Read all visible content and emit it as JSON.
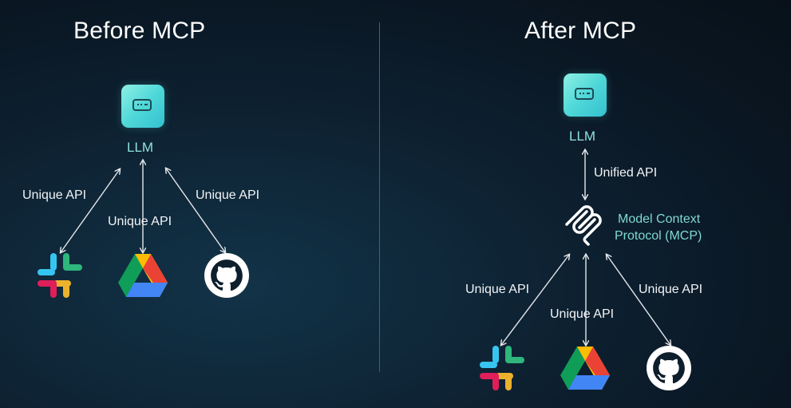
{
  "before": {
    "title": "Before MCP",
    "llm_label": "LLM",
    "api_left": "Unique API",
    "api_middle": "Unique API",
    "api_right": "Unique API"
  },
  "after": {
    "title": "After MCP",
    "llm_label": "LLM",
    "unified_api": "Unified API",
    "mcp_line1": "Model Context",
    "mcp_line2": "Protocol (MCP)",
    "api_left": "Unique API",
    "api_middle": "Unique API",
    "api_right": "Unique API"
  },
  "icons": [
    "server-icon",
    "slack-icon",
    "google-drive-icon",
    "github-icon",
    "mcp-logo-icon"
  ],
  "colors": {
    "accent": "#4fd8d8",
    "mcp_text": "#7fd8d6",
    "divider": "#2a6e72"
  }
}
